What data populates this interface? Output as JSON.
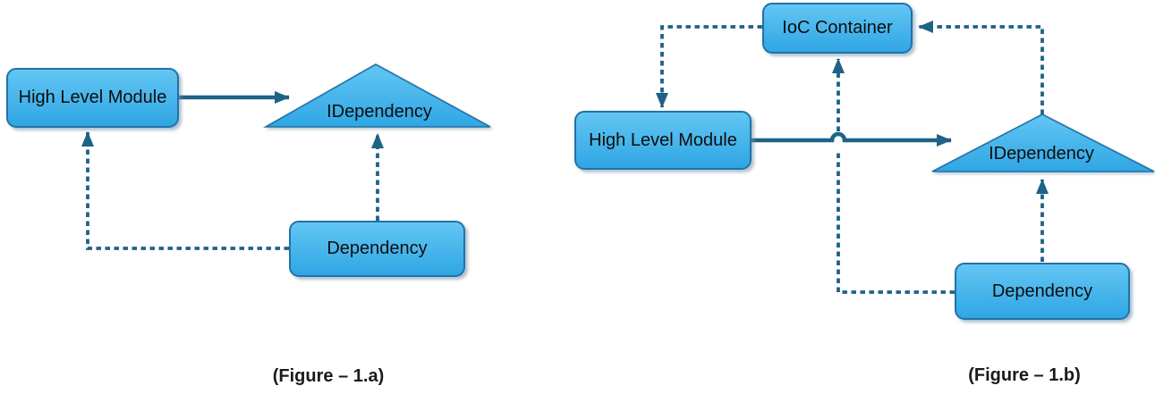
{
  "diagram": {
    "colors": {
      "line": "#1E6385",
      "box_fill_top": "#63C6F3",
      "box_fill_bottom": "#2FA6E4",
      "box_border": "#2272A6",
      "text": "#0d0d0d"
    },
    "figure_a": {
      "caption": "(Figure – 1.a)",
      "nodes": {
        "high_level_module": "High Level Module",
        "idependency": "IDependency",
        "dependency": "Dependency"
      }
    },
    "figure_b": {
      "caption": "(Figure – 1.b)",
      "nodes": {
        "ioc_container": "IoC Container",
        "high_level_module": "High Level Module",
        "idependency": "IDependency",
        "dependency": "Dependency"
      }
    }
  }
}
